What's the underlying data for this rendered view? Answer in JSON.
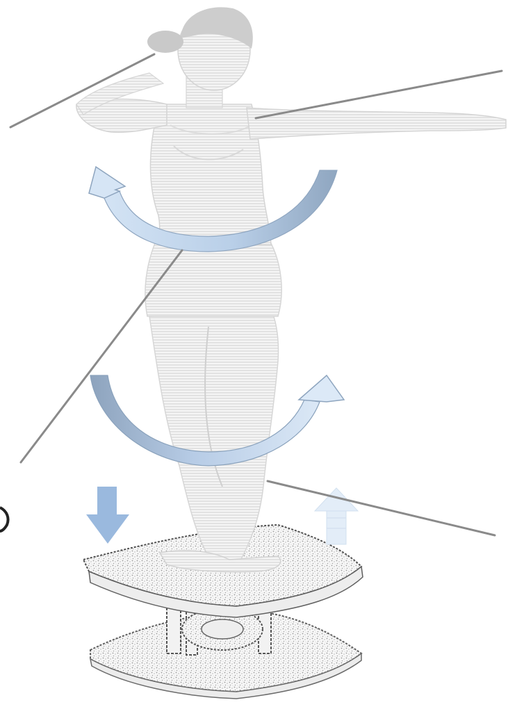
{
  "figure": {
    "subject": "woman-standing-on-vibration-platform-with-rotation-arrows",
    "colors": {
      "background": "#ffffff",
      "body": "#e4e4e4",
      "body_stripe": "#f6f6f6",
      "body_outline": "#cfcfcf",
      "hair": "#c9c9c9",
      "callout_line": "#8a8a8a",
      "arrow_light": "#cddff2",
      "arrow_mid": "#a9c3e2",
      "arrow_dark": "#8ba2bd",
      "arrow_edge": "#7f95ae",
      "down_arrow": "#9ab9de",
      "up_arrow": "#e3edf8",
      "platform_fill": "#f4f4f4",
      "platform_stipple": "#8c8c8c",
      "platform_edge": "#5a5a5a"
    },
    "rotation_arrows": {
      "upper": "torso-rotation",
      "lower": "hip-rotation"
    },
    "vertical_arrows": {
      "left": "downward-motion",
      "right": "upward-motion"
    },
    "callout_lines": {
      "count": 4,
      "labels_visible": false
    },
    "platform": "vibration-plate"
  }
}
